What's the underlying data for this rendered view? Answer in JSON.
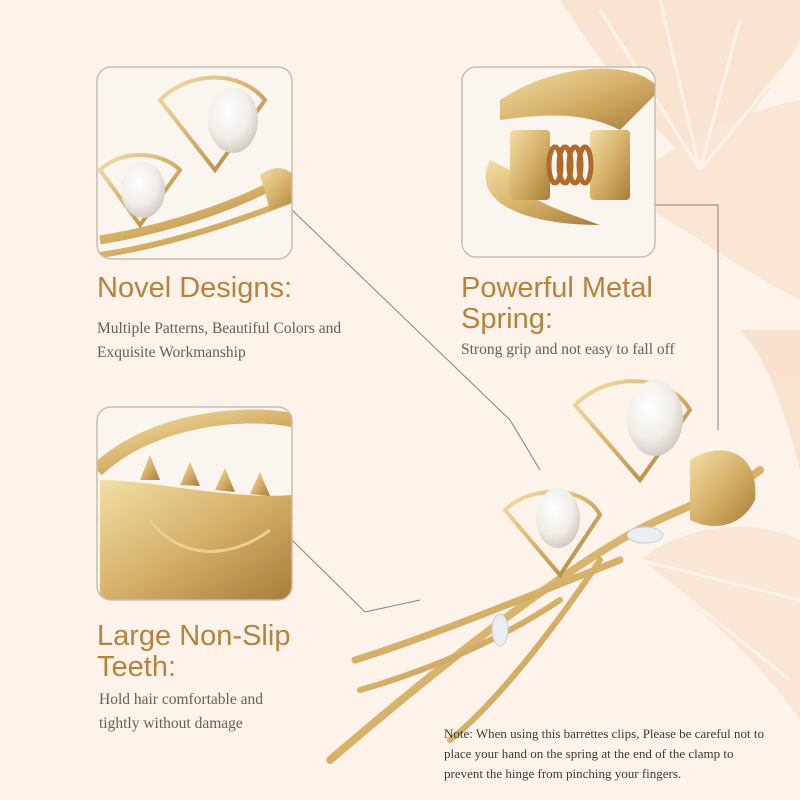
{
  "features": [
    {
      "title": "Novel Designs:",
      "desc_lines": [
        "Multiple Patterns, Beautiful Colors and",
        "Exquisite Workmanship"
      ],
      "image_icon": "ginkgo-pearl-clip-closeup"
    },
    {
      "title_lines": [
        "Powerful Metal",
        "Spring:"
      ],
      "desc_lines": [
        "Strong grip and not easy to fall off"
      ],
      "image_icon": "metal-spring-closeup"
    },
    {
      "title_lines": [
        "Large Non-Slip",
        "Teeth:"
      ],
      "desc_lines": [
        "Hold hair comfortable and",
        "tightly without damage"
      ],
      "image_icon": "gold-teeth-closeup"
    }
  ],
  "note": {
    "lines": [
      "Note: When using this barrettes clips, Please be careful not to",
      "place your hand on the spring at the end of the clamp to",
      "prevent the hinge from pinching your fingers."
    ]
  },
  "product_icon": "gold-ginkgo-hair-clip",
  "colors": {
    "background": "#fdf3ea",
    "title": "#b8823d",
    "gold": "#d6b16a",
    "frame": "#c9bdb2"
  }
}
